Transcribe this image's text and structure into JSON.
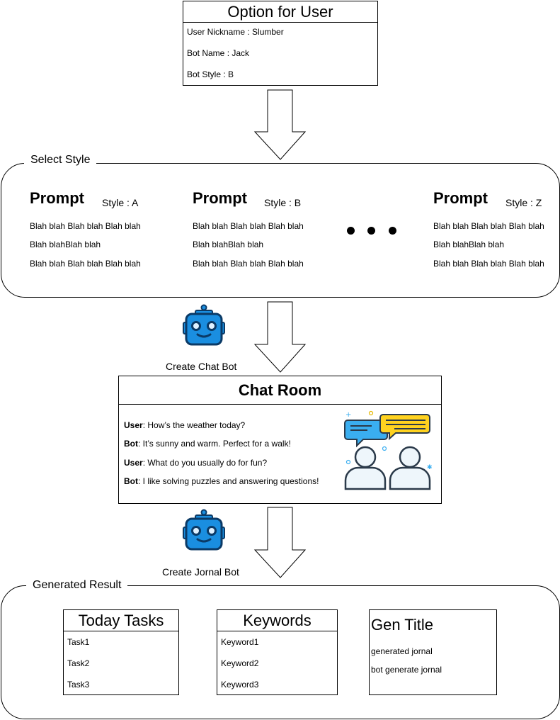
{
  "options": {
    "title": "Option for User",
    "lines": [
      "User Nickname : Slumber",
      "Bot Name : Jack",
      "Bot Style :  B"
    ]
  },
  "select_style": {
    "label": "Select Style",
    "prompts": [
      {
        "title": "Prompt",
        "style": "Style : A",
        "lines": [
          "Blah blah Blah blah Blah blah",
          "Blah blahBlah blah",
          "Blah blah Blah blah Blah blah"
        ]
      },
      {
        "title": "Prompt",
        "style": "Style : B",
        "lines": [
          "Blah blah Blah blah Blah blah",
          "Blah blahBlah blah",
          "Blah blah Blah blah Blah blah"
        ]
      },
      {
        "title": "Prompt",
        "style": "Style : Z",
        "lines": [
          "Blah blah Blah blah Blah blah",
          "Blah blahBlah blah",
          "Blah blah Blah blah Blah blah"
        ]
      }
    ]
  },
  "create_chat_bot": {
    "caption": "Create Chat Bot",
    "icon": "robot-icon"
  },
  "chat_room": {
    "title": "Chat Room",
    "messages": [
      {
        "speaker": "User",
        "text": ": How’s the weather today?"
      },
      {
        "speaker": "Bot",
        "text": ": It’s sunny and warm. Perfect for a walk!"
      },
      {
        "speaker": "User",
        "text": ": What do you usually do for fun?"
      },
      {
        "speaker": "Bot",
        "text": ": I like solving puzzles and answering questions!"
      }
    ],
    "illustration": "chat-people-icon"
  },
  "create_journal_bot": {
    "caption": "Create Jornal Bot",
    "icon": "robot-icon"
  },
  "generated_result": {
    "label": "Generated Result",
    "today_tasks": {
      "title": "Today Tasks",
      "items": [
        "Task1",
        "Task2",
        "Task3"
      ]
    },
    "keywords": {
      "title": "Keywords",
      "items": [
        "Keyword1",
        "Keyword2",
        "Keyword3"
      ]
    },
    "gen_title": {
      "title": "Gen Title",
      "items": [
        "generated jornal",
        "bot generate jornal"
      ]
    }
  },
  "colors": {
    "robot_fill": "#1a8ee0",
    "robot_stroke": "#0b3a66",
    "bubble_blue": "#3aaef0",
    "bubble_yellow": "#ffd21f",
    "person_fill": "#eef6fb"
  }
}
